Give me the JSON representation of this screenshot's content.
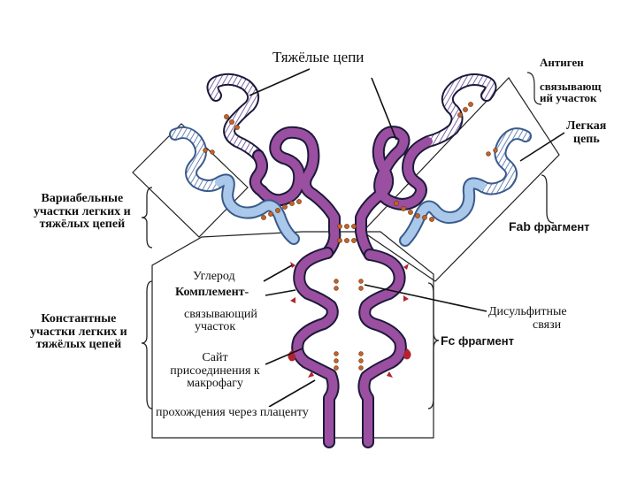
{
  "labels": {
    "heavy_chains": "Тяжёлые цепи",
    "antigen_site_line1": "Антиген",
    "antigen_site_line2": "связывающ",
    "antigen_site_line3": "ий участок",
    "light_chain_line1": "Легкая",
    "light_chain_line2": "цепь",
    "variable_line1": "Вариабельные",
    "variable_line2": "участки легких и",
    "variable_line3": "тяжёлых цепей",
    "fab_part1": "Fab",
    "fab_part2": "фрагмент",
    "carbon": "Углерод",
    "complement_line1": "Комплемент-",
    "complement_line2": "связывающий",
    "complement_line3": "участок",
    "constant_line1": "Константные",
    "constant_line2": "участки легких и",
    "constant_line3": "тяжёлых цепей",
    "disulfide_line1": "Дисульфитные",
    "disulfide_line2": "связи",
    "fc_part1": "Fc",
    "fc_part2": "фрагмент",
    "macrophage_line1": "Сайт",
    "macrophage_line2": "присоединения к",
    "macrophage_line3": "макрофагу",
    "placenta": "прохождения через плаценту"
  },
  "colors": {
    "heavy_chain": "#9b4fa0",
    "heavy_chain_hatch": "#7b62a8",
    "light_chain": "#a9c8ea",
    "light_chain_outline": "#3a5b8c",
    "chain_outline": "#1c1a3a",
    "disulfide": "#c0652b",
    "carbohydrate": "#b3232d",
    "outline_box": "#222222"
  }
}
